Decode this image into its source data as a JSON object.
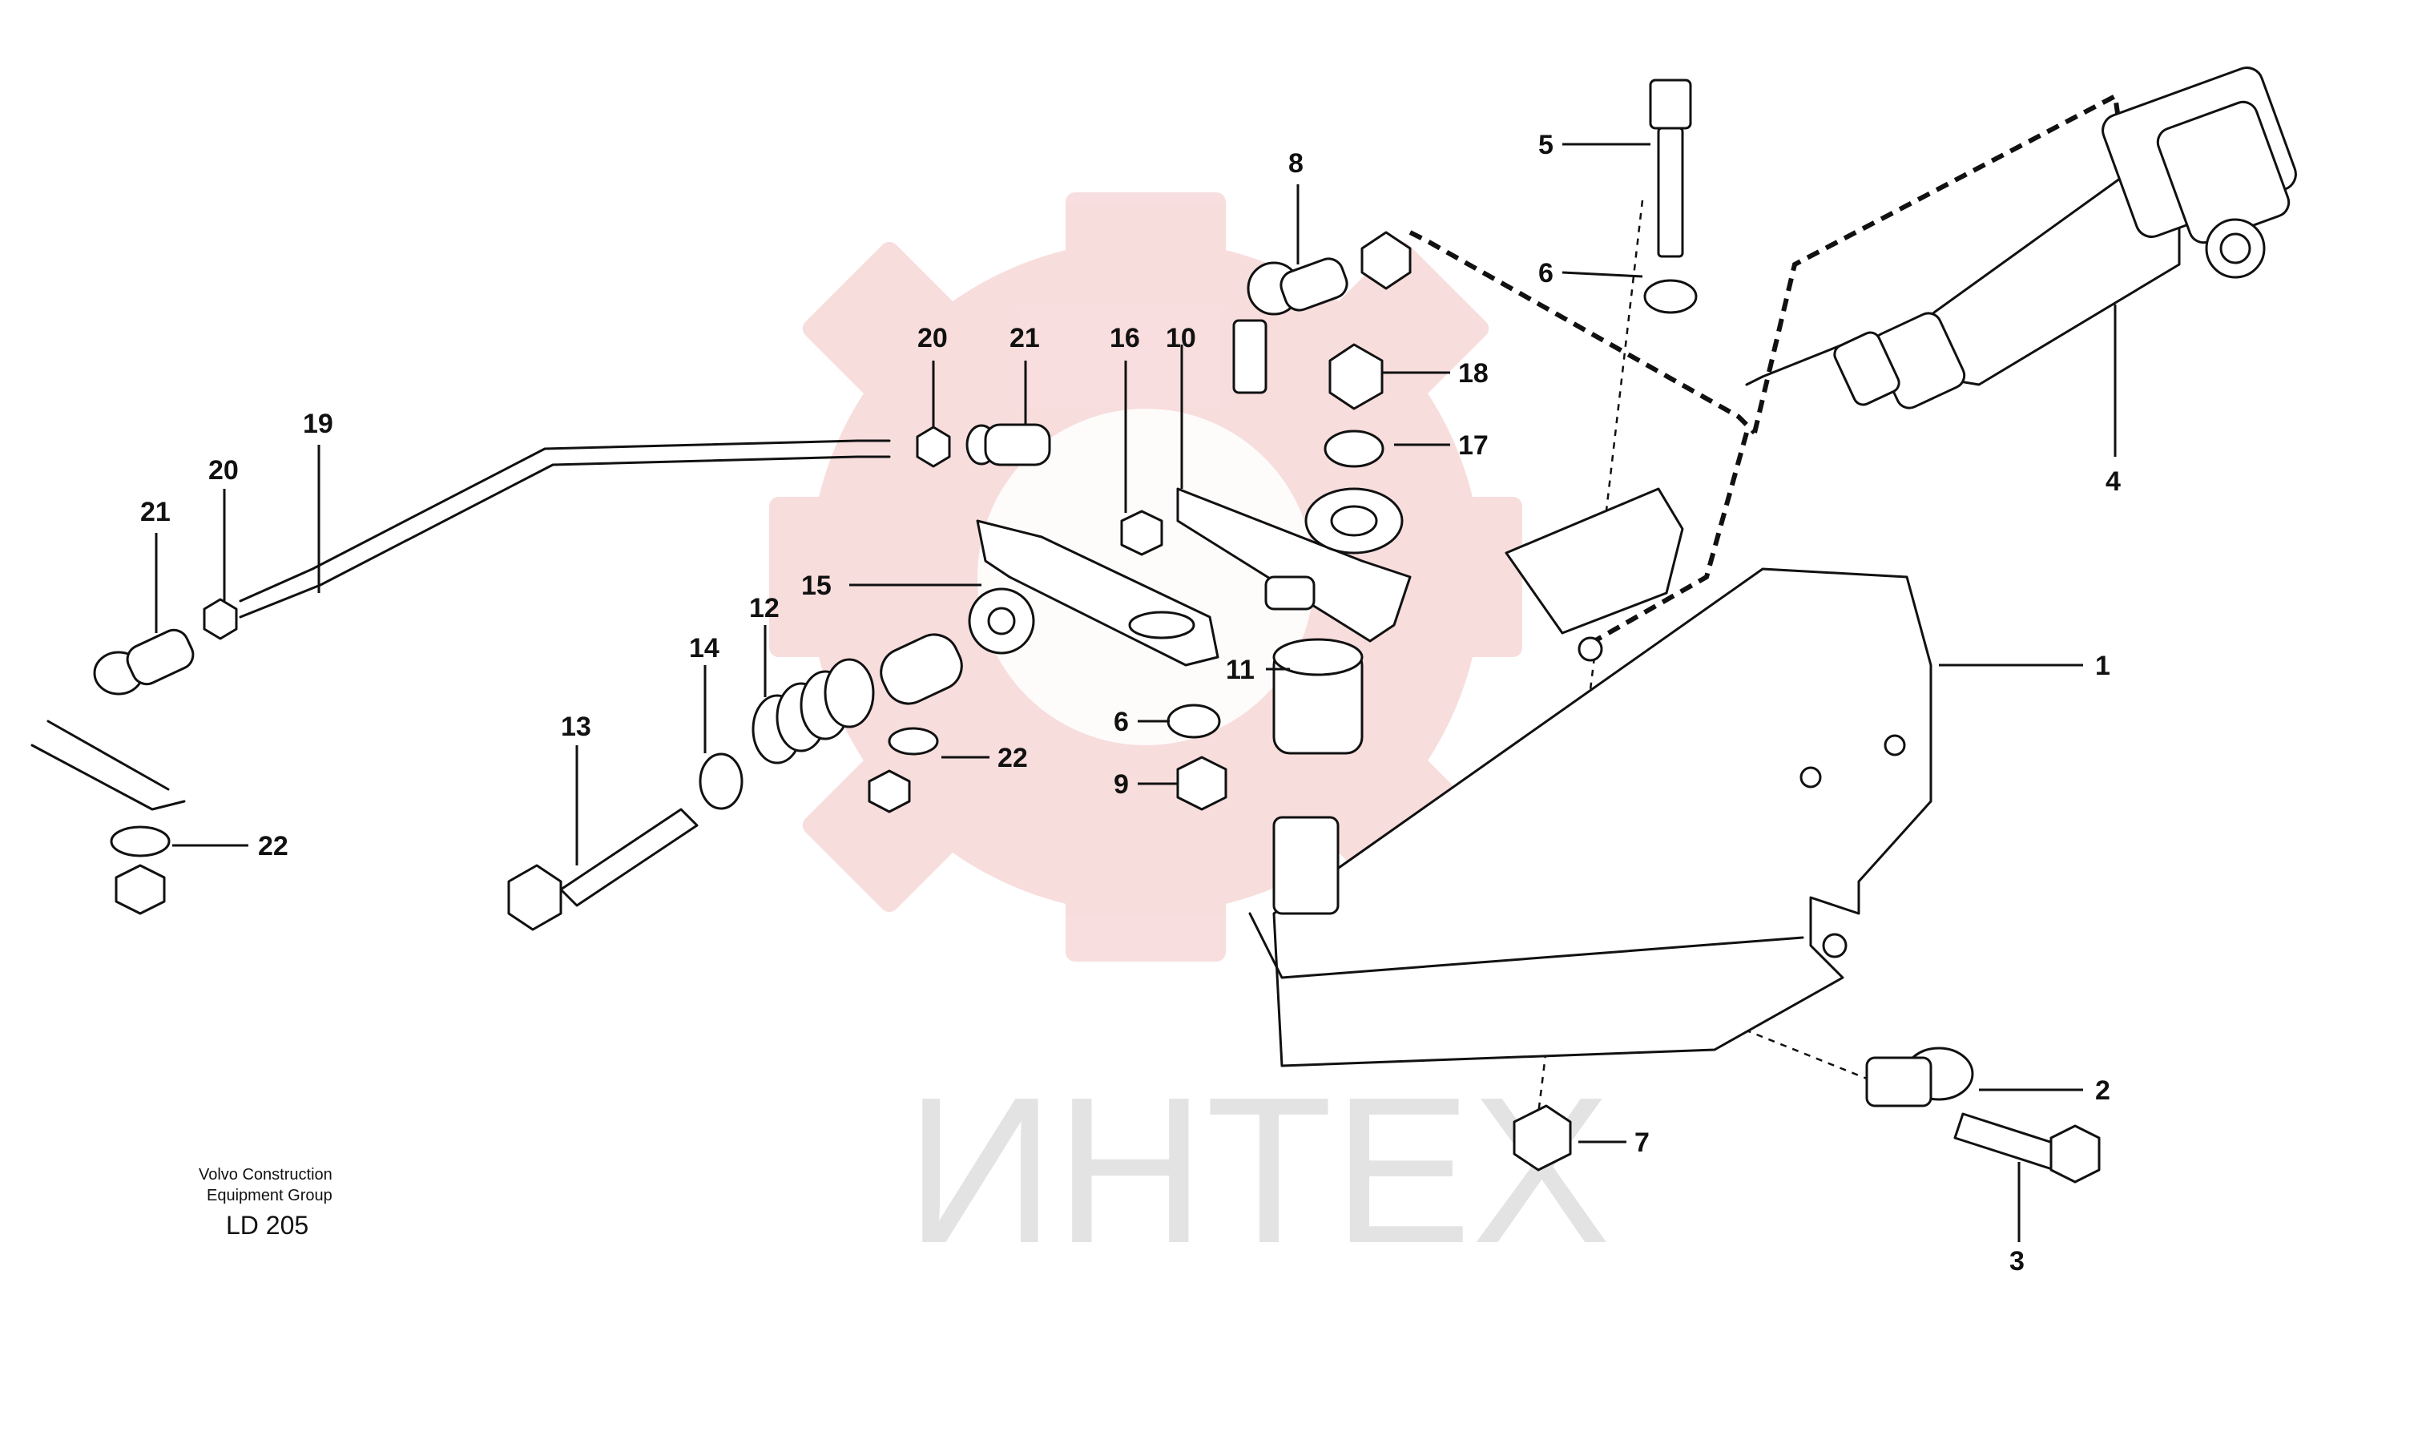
{
  "callouts": {
    "c1": "1",
    "c2": "2",
    "c3": "3",
    "c4": "4",
    "c5": "5",
    "c6a": "6",
    "c6b": "6",
    "c7": "7",
    "c8": "8",
    "c9": "9",
    "c10": "10",
    "c11": "11",
    "c12": "12",
    "c13": "13",
    "c14": "14",
    "c15": "15",
    "c16": "16",
    "c17": "17",
    "c18": "18",
    "c19": "19",
    "c20a": "20",
    "c20b": "20",
    "c21a": "21",
    "c21b": "21",
    "c22a": "22",
    "c22b": "22"
  },
  "footer": {
    "line1": "Volvo Construction",
    "line2": "Equipment Group",
    "code": "LD 205"
  },
  "watermark": {
    "text": "ИНТЕХ",
    "logo": "gear-logo"
  },
  "colors": {
    "ink": "#111111",
    "watermark_logo": "#f0b5b5",
    "watermark_text": "#d8d8d8"
  }
}
